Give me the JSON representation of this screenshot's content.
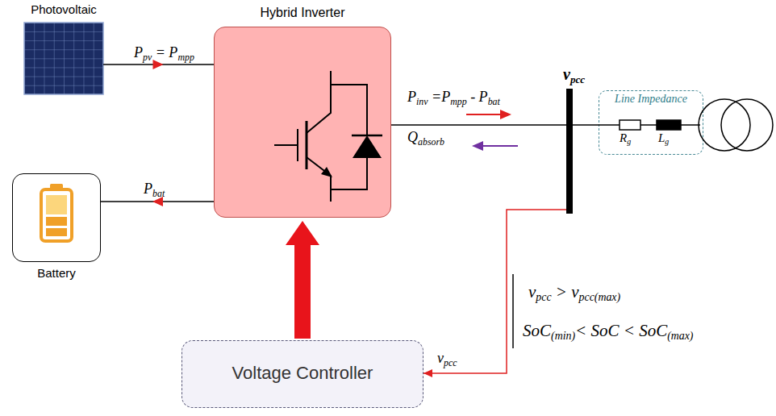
{
  "diagram": {
    "nodes": [
      {
        "text": [
          "Photovoltaic"
        ]
      },
      {
        "text": [
          "Hybrid Inverter"
        ]
      },
      {
        "text": [
          "vpcc"
        ]
      },
      {
        "text": [
          "Line Impedance",
          "Rg",
          "Lg"
        ]
      },
      {
        "text": [
          "Battery"
        ]
      },
      {
        "text": [
          "Voltage Controller"
        ]
      }
    ],
    "edges": [
      {
        "from": 0,
        "to": 1,
        "arrow": "to",
        "label": "Ppv = Pmpp"
      },
      {
        "from": 1,
        "to": 4,
        "arrow": "to",
        "label": "Pbat"
      },
      {
        "from": 1,
        "to": 2,
        "arrow": "none",
        "label": "Pinv =Pmpp - Pbat"
      },
      {
        "from": 2,
        "to": 3,
        "arrow": "none"
      },
      {
        "from": 2,
        "to": 5,
        "arrow": "to",
        "label": "vpcc"
      },
      {
        "from": 5,
        "to": 1,
        "arrow": "to"
      }
    ],
    "labels": [
      "Qabsorb",
      "vpcc > vpcc(max)",
      "SoC(min)< SoC < SoC(max)"
    ]
  }
}
